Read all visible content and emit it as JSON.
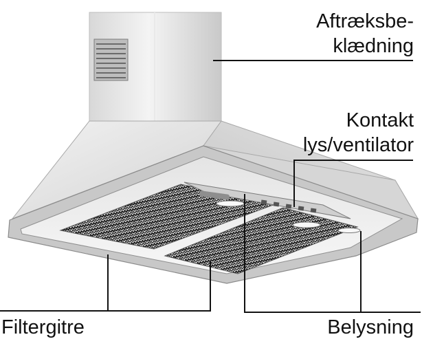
{
  "labels": {
    "chimney_cover": {
      "line1": "Aftræksbe-",
      "line2": "klædning"
    },
    "switch": {
      "line1": "Kontakt",
      "line2": "lys/ventilator"
    },
    "filters": "Filtergitre",
    "lighting": "Belysning"
  },
  "colors": {
    "steel_light": "#eeeeee",
    "steel_mid": "#cfcfcf",
    "steel_dark": "#9a9a9a",
    "leader_line": "#111111",
    "filter_pattern": "#1a1a1a"
  }
}
